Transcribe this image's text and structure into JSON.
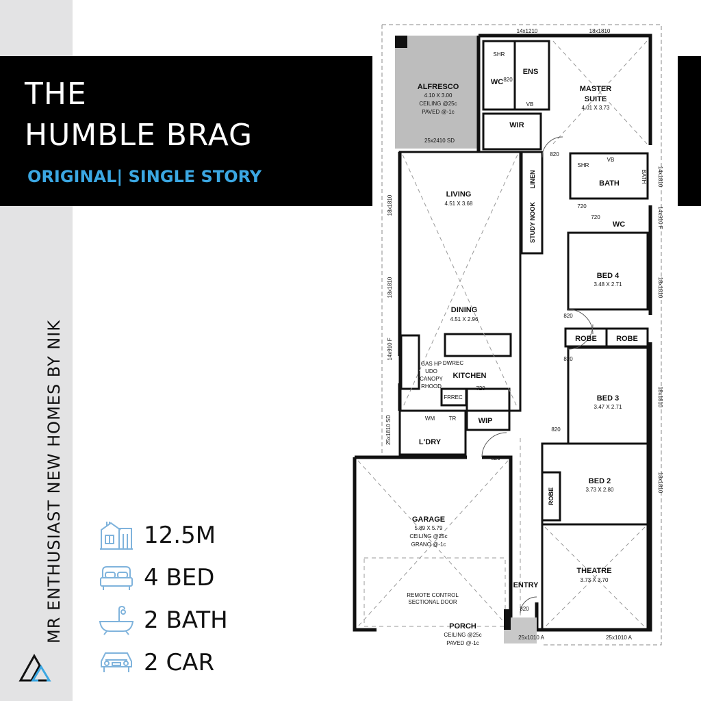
{
  "brand": {
    "vertical_text": "MR ENTHUSIAST NEW HOMES BY NIK",
    "logo_icon": "triangle-logo-icon",
    "accent_color": "#3ba7e2"
  },
  "header": {
    "title_line1": "THE",
    "title_line2": "HUMBLE BRAG",
    "subtitle": "ORIGINAL| SINGLE STORY"
  },
  "features": [
    {
      "icon": "house-frontage-icon",
      "label": "12.5M"
    },
    {
      "icon": "bed-icon",
      "label": "4 BED"
    },
    {
      "icon": "bathtub-icon",
      "label": "2 BATH"
    },
    {
      "icon": "car-icon",
      "label": "2 CAR"
    }
  ],
  "plan": {
    "rooms": {
      "alfresco": {
        "name": "ALFRESCO",
        "size": "4.10 X 3.00",
        "line3": "CEILING @25c",
        "line4": "PAVED @-1c"
      },
      "master": {
        "name1": "MASTER",
        "name2": "SUITE",
        "size": "4.01 X 3.73"
      },
      "ens": "ENS",
      "wc1": "WC",
      "shr1": "SHR",
      "vb1": "VB",
      "wir": "WIR",
      "linen": "LINEN",
      "study": "STUDY NOOK",
      "bath": "BATH",
      "bath_tub": "BATH",
      "shr2": "SHR",
      "vb2": "VB",
      "wc2": "WC",
      "living": {
        "name": "LIVING",
        "size": "4.51 X 3.68"
      },
      "dining": {
        "name": "DINING",
        "size": "4.51 X 2.96"
      },
      "kitchen": "KITCHEN",
      "appliances": [
        "GAS HP",
        "UDO",
        "CANOPY",
        "RHOOD"
      ],
      "dwrec": "DWREC",
      "frrec": "FRREC",
      "wip": "WIP",
      "wm": "WM",
      "tr": "TR",
      "ldry": "L'DRY",
      "bed4": {
        "name": "BED 4",
        "size": "3.48 X 2.71"
      },
      "robe": "ROBE",
      "bed3": {
        "name": "BED 3",
        "size": "3.47 X 2.71"
      },
      "bed2": {
        "name": "BED 2",
        "size": "3.73 X 2.80"
      },
      "garage": {
        "name": "GARAGE",
        "size": "5.89 X 5.79",
        "line3": "CEILING @25c",
        "line4": "GRANO @-1c"
      },
      "garage_door": {
        "line1": "REMOTE CONTROL",
        "line2": "SECTIONAL DOOR"
      },
      "entry": "ENTRY",
      "porch": {
        "name": "PORCH",
        "line2": "CEILING @25c",
        "line3": "PAVED @-1c"
      },
      "theatre": {
        "name": "THEATRE",
        "size": "3.73 X 3.70"
      }
    },
    "dims": {
      "d_top1": "14x1210",
      "d_top2": "18x1810",
      "d_alf": "25x2410 SD",
      "d_left1": "18x1810",
      "d_left2": "18x1810",
      "d_left3": "14x910 F",
      "d_left4": "25x1810 SD",
      "d_right1": "14x1810",
      "d_right2": "14x910 F",
      "d_right3": "18x1810",
      "d_right4": "18x1810",
      "d_right5": "18x1810",
      "d_bot1": "25x1010 A",
      "d_bot2": "25x1010 A",
      "door_820": "820",
      "door_720": "720"
    }
  }
}
